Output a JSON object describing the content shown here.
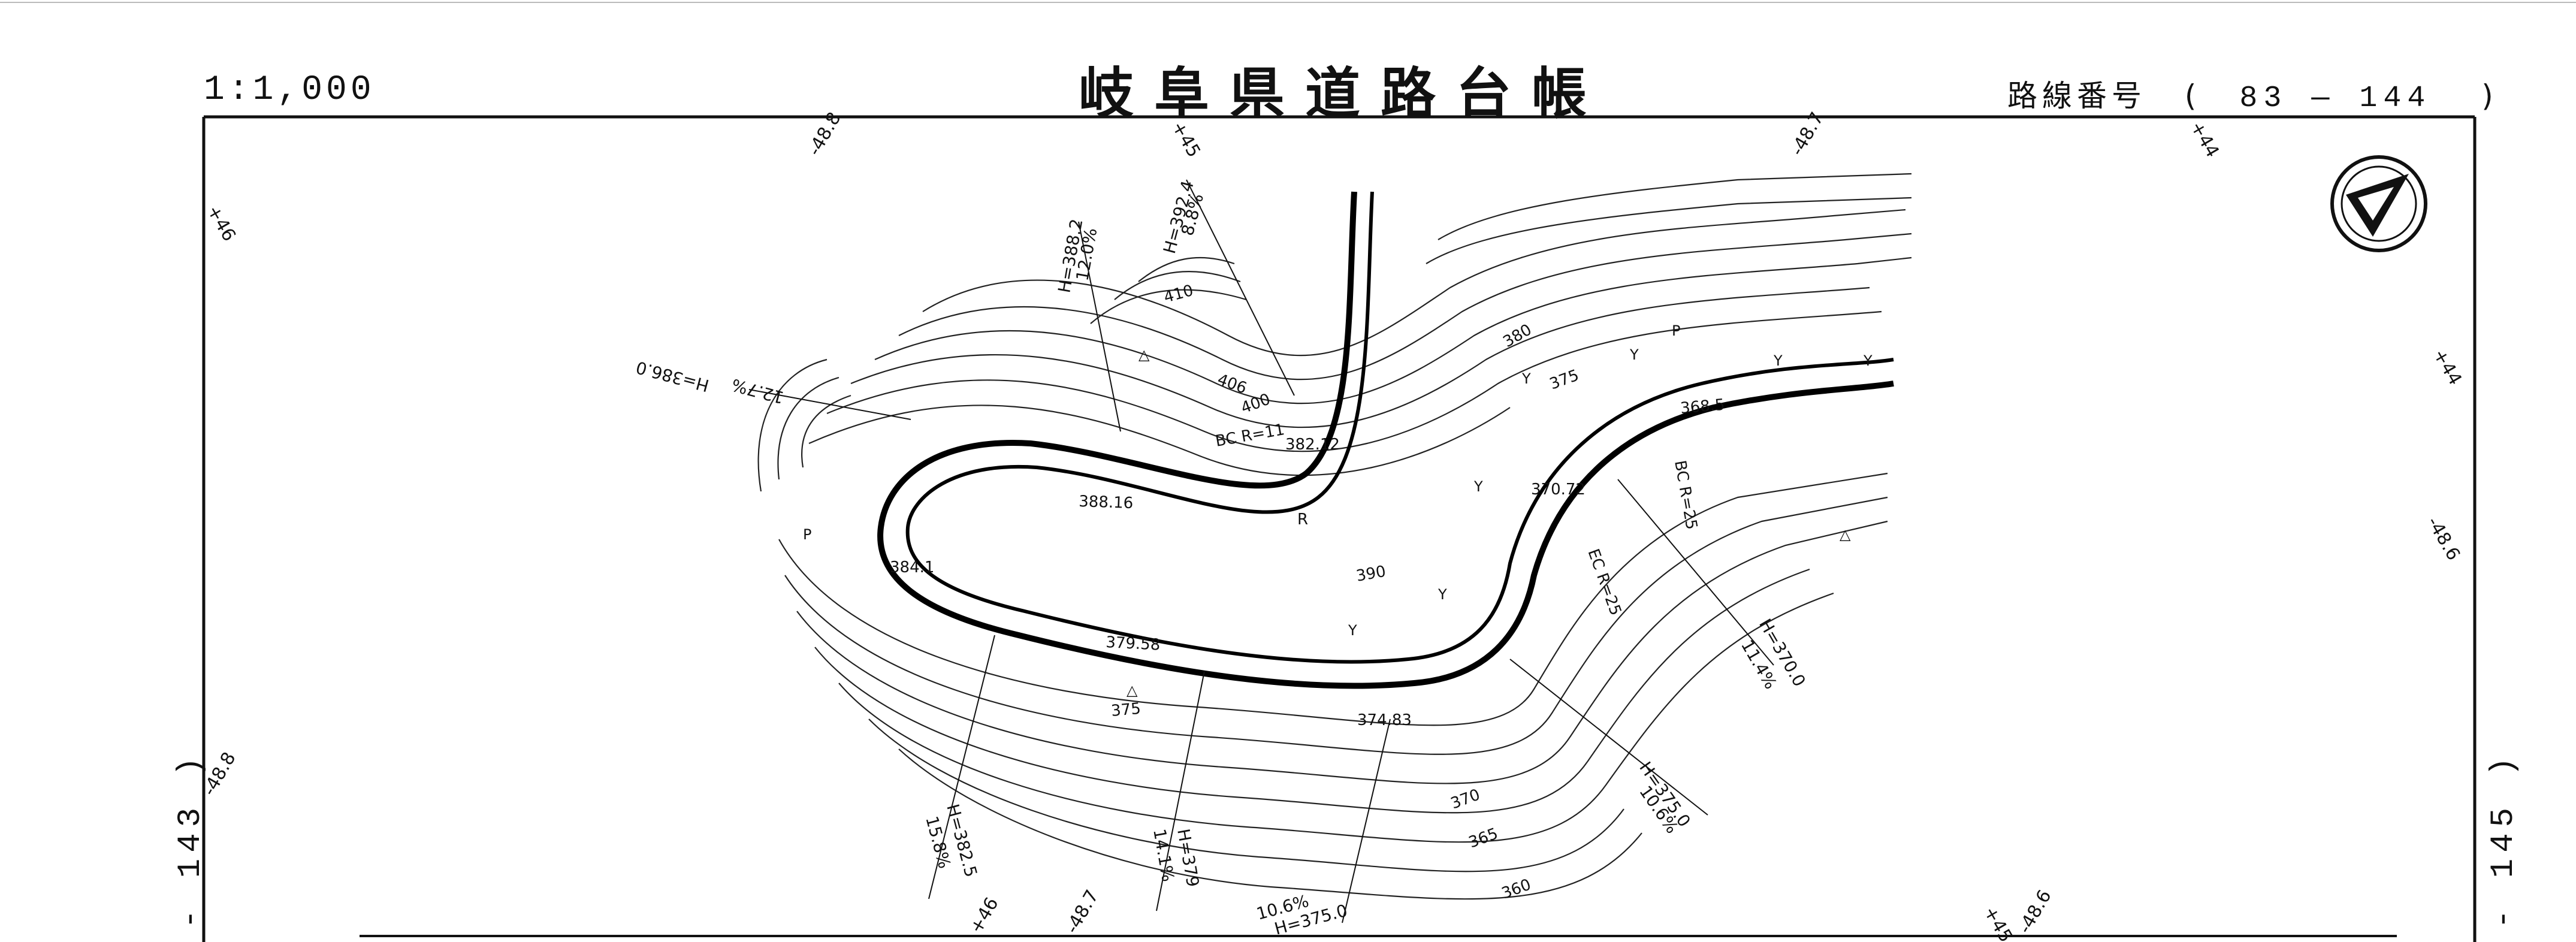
{
  "header": {
    "scale": "1:1,000",
    "title": "岐阜県道路台帳",
    "route_label": "路線番号",
    "route_open": "(",
    "route_number": "83 — 144",
    "route_close": ")"
  },
  "sheet_refs": {
    "previous": "- 143 )",
    "next": "- 145 )"
  },
  "map": {
    "north_arrow": "north-arrow-icon",
    "grid_marks": [
      "+46",
      "-48.8",
      "+45",
      "-48.7",
      "+44",
      "+44",
      "-48.6",
      "-48.8",
      "+46",
      "-48.7",
      "+45",
      "-48.6"
    ],
    "contour_labels": [
      "410",
      "406",
      "400",
      "380",
      "375",
      "390",
      "375",
      "370",
      "365",
      "360"
    ],
    "elevation_points": [
      "388.16",
      "384.1",
      "379.58",
      "374.83",
      "370.72",
      "368.5",
      "382.12"
    ],
    "curve_labels": [
      "BC R=11",
      "BC R=25",
      "EC R=25",
      "R"
    ],
    "gradients": [
      {
        "h": "H=388.2",
        "g": "12.0%"
      },
      {
        "h": "H=392.4",
        "g": "8.8%"
      },
      {
        "h": "H=386.0",
        "g": "12.7%"
      },
      {
        "h": "H=370.0",
        "g": "11.4%"
      },
      {
        "h": "H=375.0",
        "g": "10.6%"
      },
      {
        "h": "H=382.5",
        "g": "15.8%"
      },
      {
        "h": "H=379",
        "g": "14.1%"
      },
      {
        "h": "H=375.0",
        "g": "10.6%"
      }
    ]
  }
}
